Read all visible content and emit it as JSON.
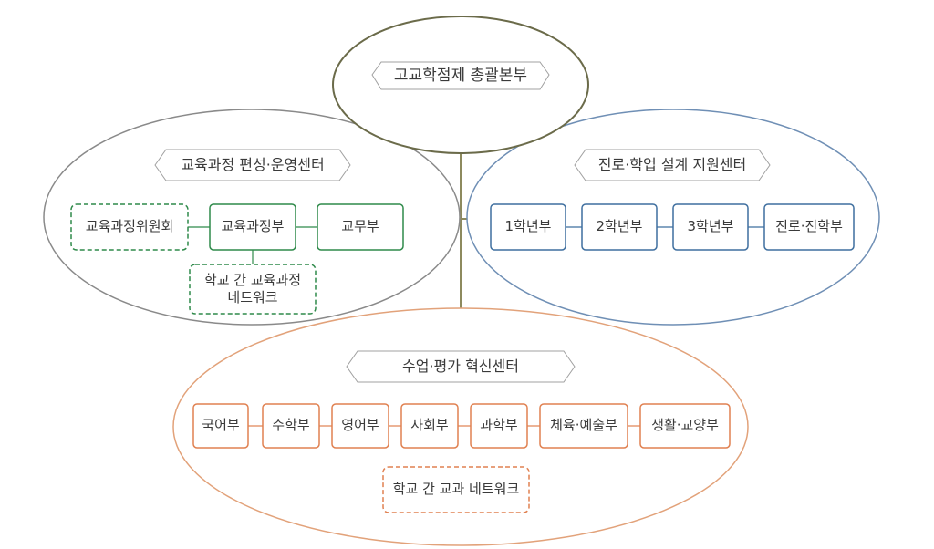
{
  "colors": {
    "top": "#6b6b4a",
    "left": "#8a8a8a",
    "right": "#6f8fb5",
    "bottom": "#e2a27a",
    "green_box": "#2f8a4a",
    "blue_box": "#3f6f9f",
    "orange_box": "#e08050",
    "line": "#8d8a5e"
  },
  "hq": {
    "title": "고교학점제 총괄본부"
  },
  "left_center": {
    "title": "교육과정 편성·운영센터",
    "committee": "교육과정위원회",
    "curriculum_dept": "교육과정부",
    "academic_dept": "교무부",
    "network": "학교 간 교육과정\n네트워크"
  },
  "right_center": {
    "title": "진로·학업 설계 지원센터",
    "depts": [
      "1학년부",
      "2학년부",
      "3학년부",
      "진로·진학부"
    ]
  },
  "bottom_center": {
    "title": "수업·평가 혁신센터",
    "depts": [
      "국어부",
      "수학부",
      "영어부",
      "사회부",
      "과학부",
      "체육·예술부",
      "생활·교양부"
    ],
    "network": "학교 간 교과 네트워크"
  }
}
